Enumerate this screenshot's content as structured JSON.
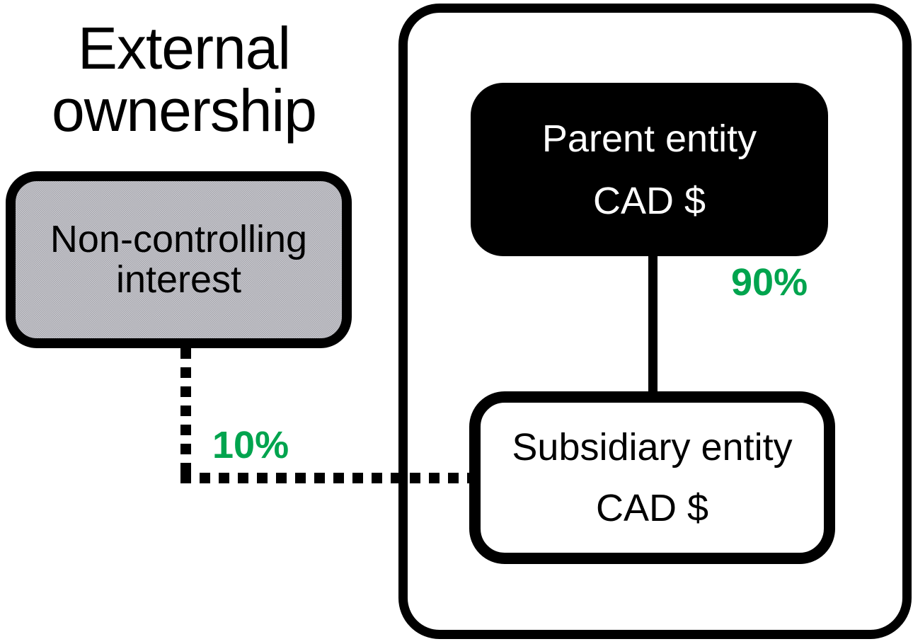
{
  "diagram": {
    "title": "External ownership",
    "nodes": {
      "non_controlling_interest": {
        "label": "Non-controlling interest",
        "fill": "#b5b5bb"
      },
      "parent_entity": {
        "name": "Parent entity",
        "currency": "CAD $",
        "fill": "#000000"
      },
      "subsidiary_entity": {
        "name": "Subsidiary entity",
        "currency": "CAD $",
        "fill": "#ffffff"
      }
    },
    "edges": [
      {
        "from": "parent_entity",
        "to": "subsidiary_entity",
        "label": "90%",
        "style": "solid"
      },
      {
        "from": "non_controlling_interest",
        "to": "subsidiary_entity",
        "label": "10%",
        "style": "dotted"
      }
    ],
    "colors": {
      "percentage_green": "#00A44E",
      "node_black": "#000000",
      "nci_gray": "#b5b5bb",
      "background": "#ffffff"
    }
  }
}
